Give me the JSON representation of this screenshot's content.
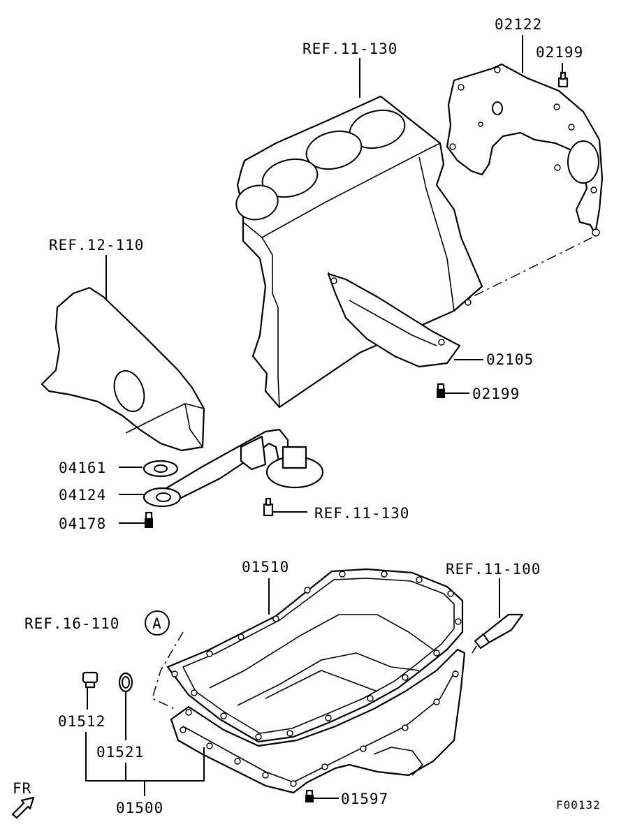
{
  "labels": {
    "ref_11_130_top": "REF.11-130",
    "ref_12_110": "REF.12-110",
    "ref_11_130_mid": "REF.11-130",
    "ref_11_100": "REF.11-100",
    "ref_16_110": "REF.16-110",
    "circle_a": "A",
    "part_02122": "02122",
    "part_02199_top": "02199",
    "part_02105": "02105",
    "part_02199_mid": "02199",
    "part_04161": "04161",
    "part_04124": "04124",
    "part_04178": "04178",
    "part_01510": "01510",
    "part_01512": "01512",
    "part_01521": "01521",
    "part_01500": "01500",
    "part_01597": "01597",
    "fr": "FR",
    "figure_code": "F00132"
  }
}
